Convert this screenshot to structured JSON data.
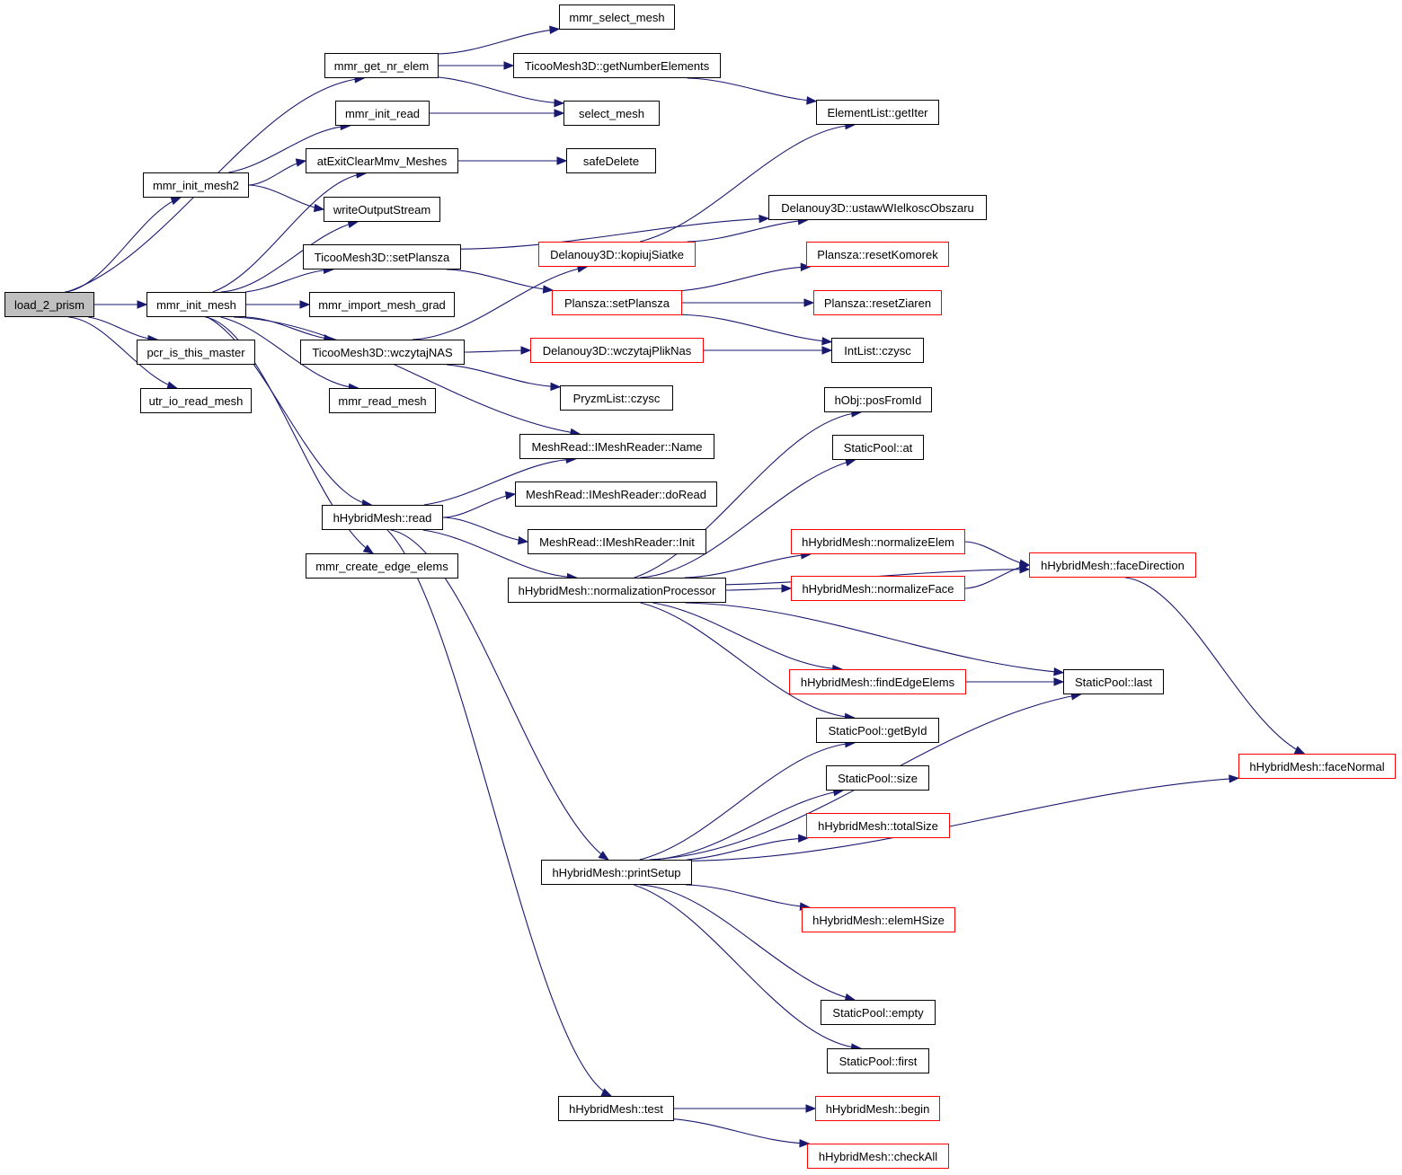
{
  "colors": {
    "edge": "#191970",
    "node_border": "#000000",
    "undocumented_border": "#ff0000",
    "root_fill": "#bfbfbf",
    "background": "#ffffff"
  },
  "nodes": {
    "load_2_prism": {
      "label": "load_2_prism",
      "style": "root"
    },
    "mmr_get_nr_elem": {
      "label": "mmr_get_nr_elem",
      "style": "normal"
    },
    "mmr_init_mesh2": {
      "label": "mmr_init_mesh2",
      "style": "normal"
    },
    "mmr_init_mesh": {
      "label": "mmr_init_mesh",
      "style": "normal"
    },
    "pcr_is_this_master": {
      "label": "pcr_is_this_master",
      "style": "normal"
    },
    "utr_io_read_mesh": {
      "label": "utr_io_read_mesh",
      "style": "normal"
    },
    "mmr_select_mesh": {
      "label": "mmr_select_mesh",
      "style": "normal"
    },
    "ticoo_getNumberElements": {
      "label": "TicooMesh3D::getNumberElements",
      "style": "normal"
    },
    "select_mesh": {
      "label": "select_mesh",
      "style": "normal"
    },
    "mmr_init_read": {
      "label": "mmr_init_read",
      "style": "normal"
    },
    "atExitClearMmv_Meshes": {
      "label": "atExitClearMmv_Meshes",
      "style": "normal"
    },
    "safeDelete": {
      "label": "safeDelete",
      "style": "normal"
    },
    "writeOutputStream": {
      "label": "writeOutputStream",
      "style": "normal"
    },
    "ticoo_setPlansza": {
      "label": "TicooMesh3D::setPlansza",
      "style": "normal"
    },
    "mmr_import_mesh_grad": {
      "label": "mmr_import_mesh_grad",
      "style": "normal"
    },
    "ticoo_wczytajNAS": {
      "label": "TicooMesh3D::wczytajNAS",
      "style": "normal"
    },
    "mmr_read_mesh": {
      "label": "mmr_read_mesh",
      "style": "normal"
    },
    "meshreader_Name": {
      "label": "MeshRead::IMeshReader::Name",
      "style": "normal"
    },
    "hHybridMesh_read": {
      "label": "hHybridMesh::read",
      "style": "normal"
    },
    "mmr_create_edge_elems": {
      "label": "mmr_create_edge_elems",
      "style": "normal"
    },
    "meshreader_doRead": {
      "label": "MeshRead::IMeshReader::doRead",
      "style": "normal"
    },
    "meshreader_Init": {
      "label": "MeshRead::IMeshReader::Init",
      "style": "normal"
    },
    "normalizationProcessor": {
      "label": "hHybridMesh::normalizationProcessor",
      "style": "normal"
    },
    "printSetup": {
      "label": "hHybridMesh::printSetup",
      "style": "normal"
    },
    "hHybridMesh_test": {
      "label": "hHybridMesh::test",
      "style": "normal"
    },
    "elementList_getIter": {
      "label": "ElementList::getIter",
      "style": "normal"
    },
    "delanouy_ustaw": {
      "label": "Delanouy3D::ustawWIelkoscObszaru",
      "style": "normal"
    },
    "delanouy_kopiujSiatke": {
      "label": "Delanouy3D::kopiujSiatke",
      "style": "undocumented"
    },
    "plansza_setPlansza": {
      "label": "Plansza::setPlansza",
      "style": "undocumented"
    },
    "plansza_resetKomorek": {
      "label": "Plansza::resetKomorek",
      "style": "undocumented"
    },
    "plansza_resetZiaren": {
      "label": "Plansza::resetZiaren",
      "style": "undocumented"
    },
    "delanouy_wczytajPlikNas": {
      "label": "Delanouy3D::wczytajPlikNas",
      "style": "undocumented"
    },
    "intList_czysc": {
      "label": "IntList::czysc",
      "style": "normal"
    },
    "pryzmList_czysc": {
      "label": "PryzmList::czysc",
      "style": "normal"
    },
    "hObj_posFromId": {
      "label": "hObj::posFromId",
      "style": "normal"
    },
    "staticPool_at": {
      "label": "StaticPool::at",
      "style": "normal"
    },
    "normalizeElem": {
      "label": "hHybridMesh::normalizeElem",
      "style": "undocumented"
    },
    "normalizeFace": {
      "label": "hHybridMesh::normalizeFace",
      "style": "undocumented"
    },
    "faceDirection": {
      "label": "hHybridMesh::faceDirection",
      "style": "undocumented"
    },
    "findEdgeElems": {
      "label": "hHybridMesh::findEdgeElems",
      "style": "undocumented"
    },
    "staticPool_last": {
      "label": "StaticPool::last",
      "style": "normal"
    },
    "staticPool_getById": {
      "label": "StaticPool::getById",
      "style": "normal"
    },
    "faceNormal": {
      "label": "hHybridMesh::faceNormal",
      "style": "undocumented"
    },
    "staticPool_size": {
      "label": "StaticPool::size",
      "style": "normal"
    },
    "totalSize": {
      "label": "hHybridMesh::totalSize",
      "style": "undocumented"
    },
    "elemHSize": {
      "label": "hHybridMesh::elemHSize",
      "style": "undocumented"
    },
    "staticPool_empty": {
      "label": "StaticPool::empty",
      "style": "normal"
    },
    "staticPool_first": {
      "label": "StaticPool::first",
      "style": "normal"
    },
    "hHybridMesh_begin": {
      "label": "hHybridMesh::begin",
      "style": "undocumented"
    },
    "hHybridMesh_checkAll": {
      "label": "hHybridMesh::checkAll",
      "style": "undocumented"
    }
  },
  "edges": [
    [
      "load_2_prism",
      "mmr_get_nr_elem"
    ],
    [
      "load_2_prism",
      "mmr_init_mesh2"
    ],
    [
      "load_2_prism",
      "mmr_init_mesh"
    ],
    [
      "load_2_prism",
      "pcr_is_this_master"
    ],
    [
      "load_2_prism",
      "utr_io_read_mesh"
    ],
    [
      "mmr_get_nr_elem",
      "mmr_select_mesh"
    ],
    [
      "mmr_get_nr_elem",
      "ticoo_getNumberElements"
    ],
    [
      "mmr_get_nr_elem",
      "select_mesh"
    ],
    [
      "ticoo_getNumberElements",
      "elementList_getIter"
    ],
    [
      "mmr_init_read",
      "select_mesh"
    ],
    [
      "mmr_init_mesh2",
      "mmr_init_read"
    ],
    [
      "mmr_init_mesh2",
      "atExitClearMmv_Meshes"
    ],
    [
      "mmr_init_mesh2",
      "writeOutputStream"
    ],
    [
      "atExitClearMmv_Meshes",
      "safeDelete"
    ],
    [
      "mmr_init_mesh",
      "atExitClearMmv_Meshes"
    ],
    [
      "mmr_init_mesh",
      "writeOutputStream"
    ],
    [
      "mmr_init_mesh",
      "ticoo_setPlansza"
    ],
    [
      "mmr_init_mesh",
      "mmr_import_mesh_grad"
    ],
    [
      "mmr_init_mesh",
      "ticoo_wczytajNAS"
    ],
    [
      "mmr_init_mesh",
      "mmr_read_mesh"
    ],
    [
      "mmr_init_mesh",
      "meshreader_Name"
    ],
    [
      "mmr_init_mesh",
      "hHybridMesh_read"
    ],
    [
      "mmr_init_mesh",
      "mmr_create_edge_elems"
    ],
    [
      "ticoo_setPlansza",
      "delanouy_ustaw"
    ],
    [
      "ticoo_setPlansza",
      "plansza_setPlansza"
    ],
    [
      "ticoo_wczytajNAS",
      "delanouy_kopiujSiatke"
    ],
    [
      "ticoo_wczytajNAS",
      "delanouy_wczytajPlikNas"
    ],
    [
      "ticoo_wczytajNAS",
      "pryzmList_czysc"
    ],
    [
      "delanouy_kopiujSiatke",
      "elementList_getIter"
    ],
    [
      "delanouy_kopiujSiatke",
      "delanouy_ustaw"
    ],
    [
      "plansza_setPlansza",
      "plansza_resetKomorek"
    ],
    [
      "plansza_setPlansza",
      "plansza_resetZiaren"
    ],
    [
      "plansza_setPlansza",
      "intList_czysc"
    ],
    [
      "delanouy_wczytajPlikNas",
      "intList_czysc"
    ],
    [
      "hHybridMesh_read",
      "meshreader_Name"
    ],
    [
      "hHybridMesh_read",
      "meshreader_doRead"
    ],
    [
      "hHybridMesh_read",
      "meshreader_Init"
    ],
    [
      "hHybridMesh_read",
      "normalizationProcessor"
    ],
    [
      "hHybridMesh_read",
      "printSetup"
    ],
    [
      "hHybridMesh_read",
      "hHybridMesh_test"
    ],
    [
      "normalizationProcessor",
      "hObj_posFromId"
    ],
    [
      "normalizationProcessor",
      "staticPool_at"
    ],
    [
      "normalizationProcessor",
      "faceDirection"
    ],
    [
      "normalizationProcessor",
      "normalizeElem"
    ],
    [
      "normalizationProcessor",
      "normalizeFace"
    ],
    [
      "normalizationProcessor",
      "findEdgeElems"
    ],
    [
      "normalizationProcessor",
      "staticPool_last"
    ],
    [
      "normalizationProcessor",
      "staticPool_getById"
    ],
    [
      "normalizeElem",
      "faceDirection"
    ],
    [
      "normalizeFace",
      "faceDirection"
    ],
    [
      "faceDirection",
      "faceNormal"
    ],
    [
      "findEdgeElems",
      "staticPool_last"
    ],
    [
      "printSetup",
      "staticPool_getById"
    ],
    [
      "printSetup",
      "staticPool_size"
    ],
    [
      "printSetup",
      "totalSize"
    ],
    [
      "printSetup",
      "staticPool_last"
    ],
    [
      "printSetup",
      "elemHSize"
    ],
    [
      "printSetup",
      "faceNormal"
    ],
    [
      "printSetup",
      "staticPool_empty"
    ],
    [
      "printSetup",
      "staticPool_first"
    ],
    [
      "hHybridMesh_test",
      "hHybridMesh_begin"
    ],
    [
      "hHybridMesh_test",
      "hHybridMesh_checkAll"
    ]
  ]
}
